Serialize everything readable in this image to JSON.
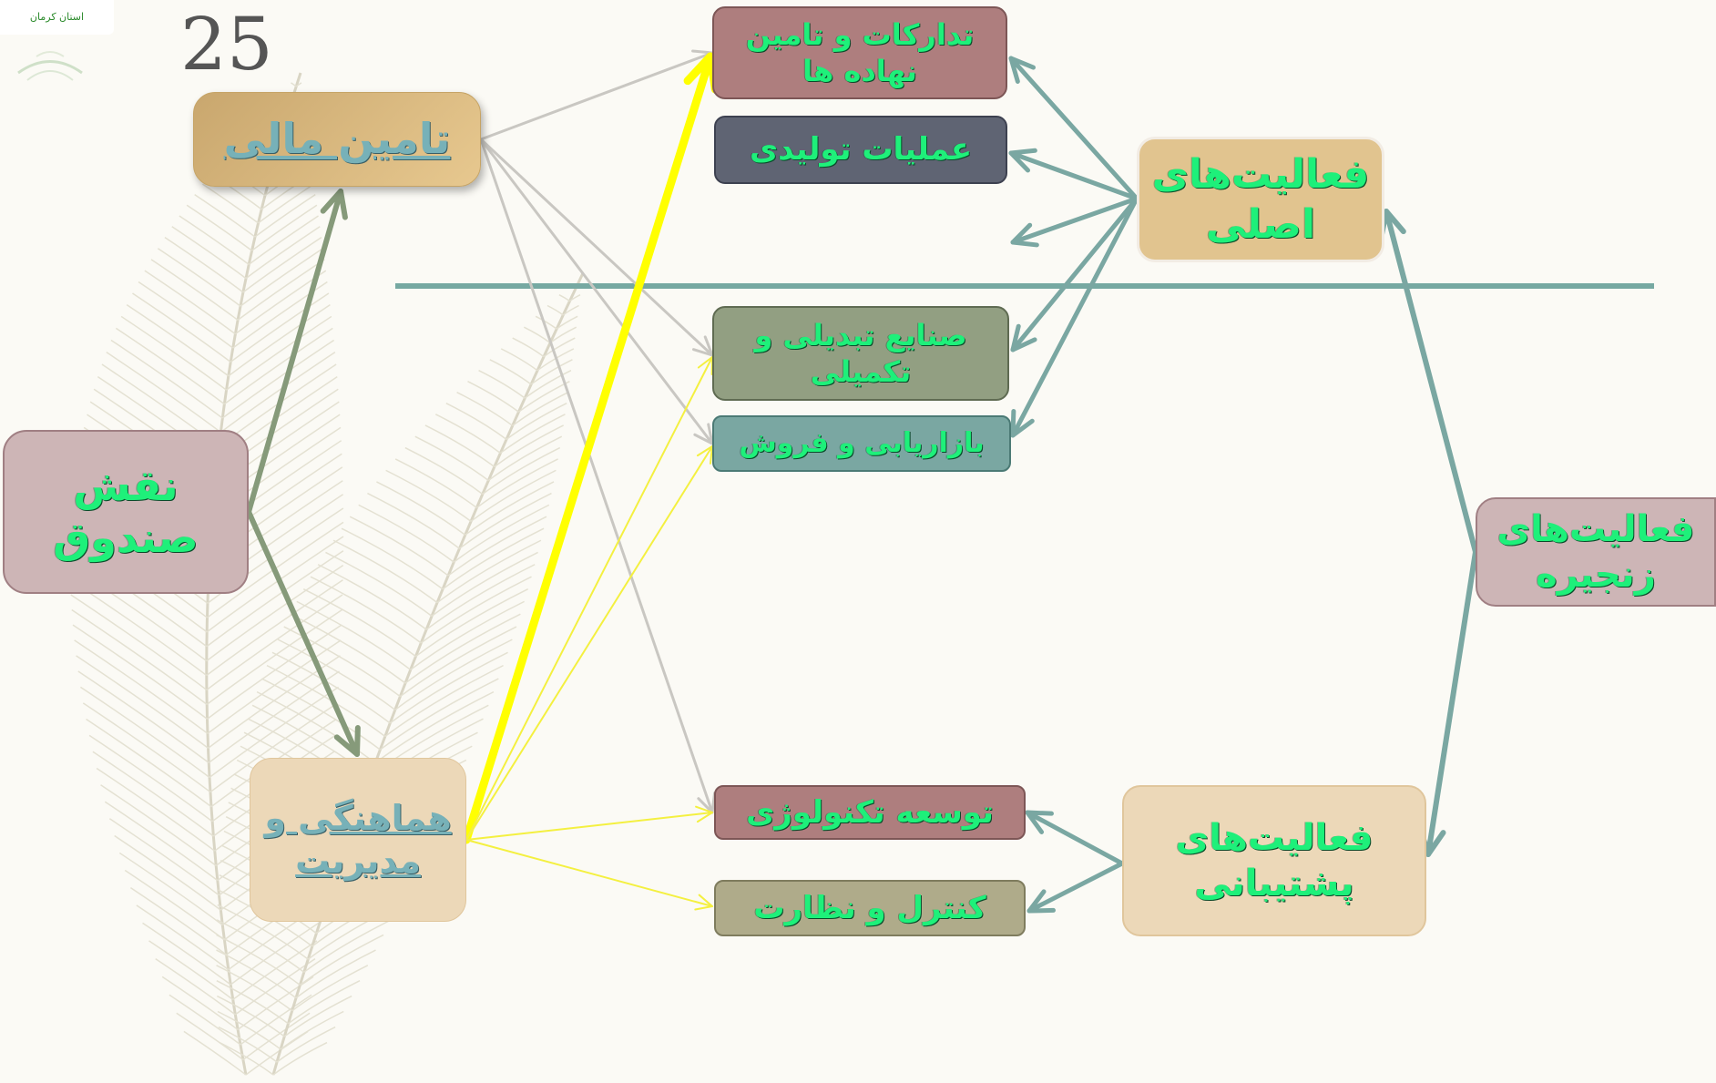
{
  "page_number": "25",
  "logo": {
    "text": "استان کرمان"
  },
  "colors": {
    "teal_arrow": "#7aa7a2",
    "green_arrow": "#869a7a",
    "gray_arrow": "#c9c7c2",
    "yellow_arrow": "#ffff00",
    "thin_yellow_arrow": "#f4f040",
    "divider": "#76a9a2",
    "text_green": "#1ef07a"
  },
  "nodes": {
    "fund_role": {
      "label": [
        "نقش",
        "صندوق"
      ],
      "color": "#cdb5b6"
    },
    "finance": {
      "label": [
        "تامین مالی"
      ],
      "color": "#d6b57c"
    },
    "coordination": {
      "label": [
        "هماهنگی و",
        "مدیریت"
      ],
      "color": "#ecd8b8"
    },
    "procurement": {
      "label": [
        "تدارکات و تامین",
        "نهاده ها"
      ],
      "color": "#ae7e7e"
    },
    "production": {
      "label": [
        "عملیات تولیدی"
      ],
      "color": "#5f6473"
    },
    "processing": {
      "label": [
        "صنایع تبدیلی و",
        "تکمیلی"
      ],
      "color": "#929f82"
    },
    "marketing": {
      "label": [
        "بازاریابی و فروش"
      ],
      "color": "#7aa7a2"
    },
    "technology": {
      "label": [
        "توسعه تکنولوژی"
      ],
      "color": "#ae7e7e"
    },
    "control": {
      "label": [
        "کنترل و نظارت"
      ],
      "color": "#afab8a"
    },
    "primary": {
      "label": [
        "فعالیت‌های",
        "اصلی"
      ],
      "color": "#e1c48f"
    },
    "support": {
      "label": [
        "فعالیت‌های",
        "پشتیبانی"
      ],
      "color": "#ecd8b8"
    },
    "chain": {
      "label": [
        "فعالیت‌های",
        "زنجیره"
      ],
      "color": "#cdb5b6"
    }
  }
}
